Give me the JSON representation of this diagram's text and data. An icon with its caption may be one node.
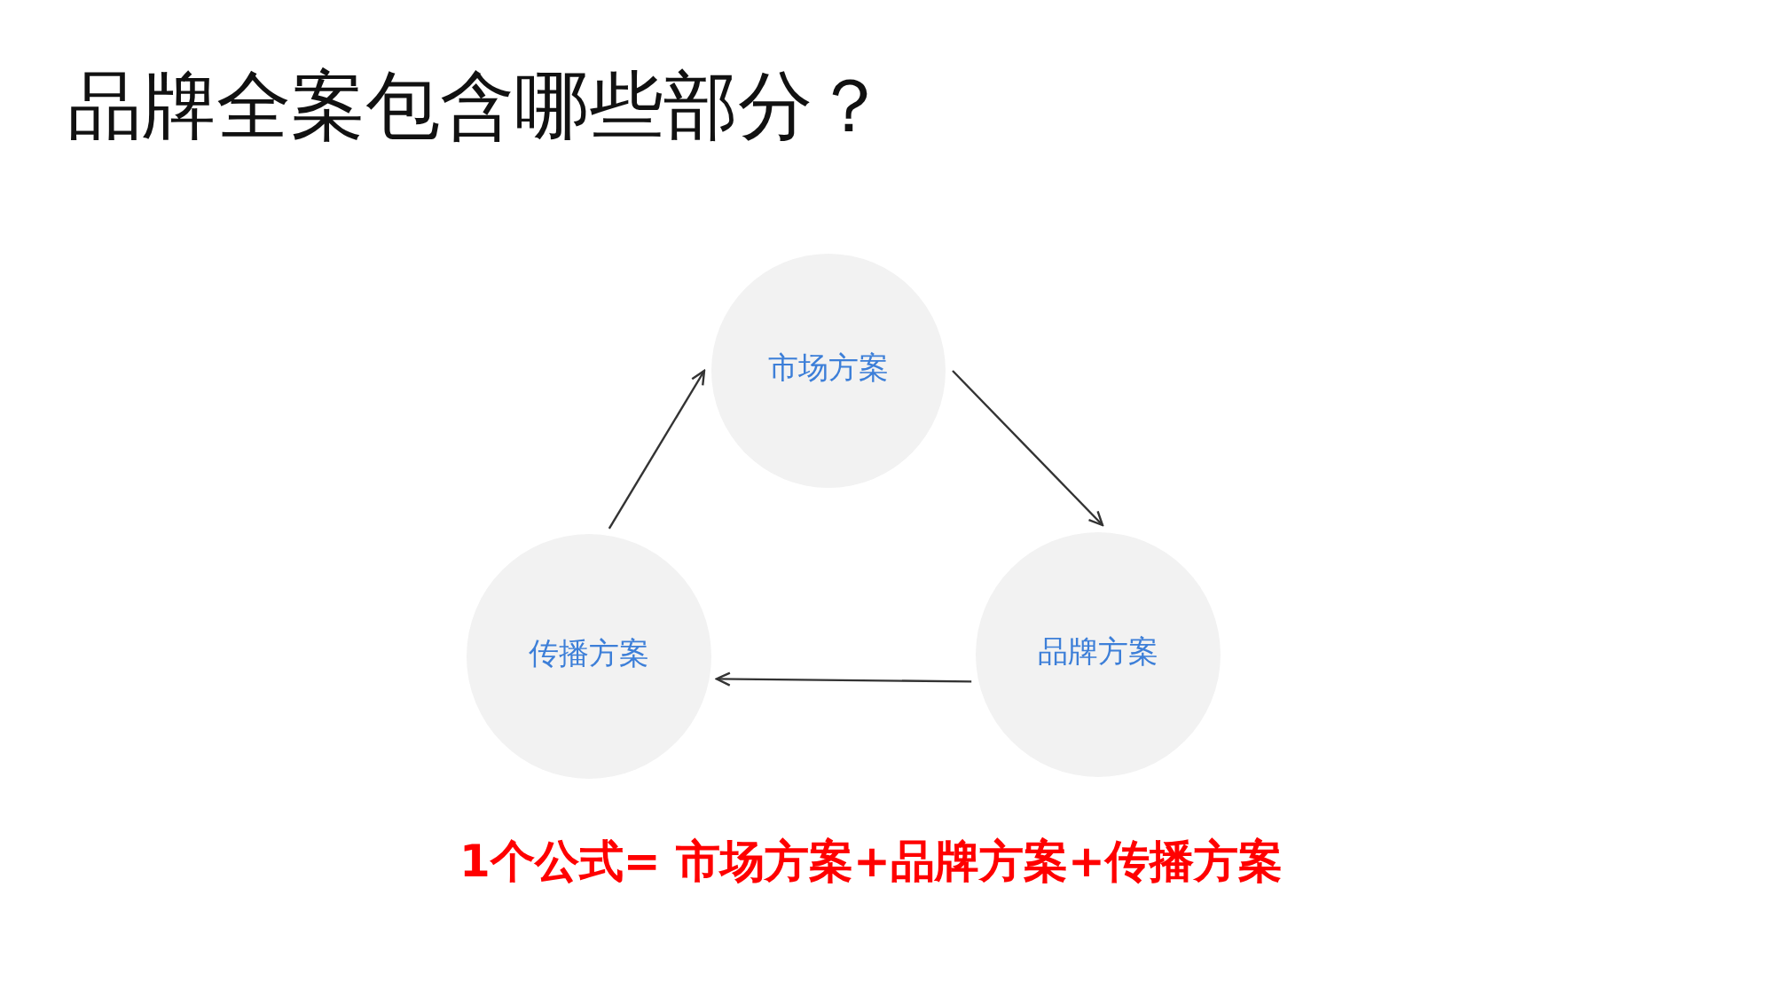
{
  "diagram": {
    "title": "品牌全案包含哪些部分？",
    "nodes": [
      {
        "text": [
          "市场方案"
        ]
      },
      {
        "text": [
          "传播方案"
        ]
      },
      {
        "text": [
          "品牌方案"
        ]
      }
    ],
    "edges": [
      {
        "from": 0,
        "to": 2,
        "arrow": "to"
      },
      {
        "from": 2,
        "to": 1,
        "arrow": "to"
      },
      {
        "from": 1,
        "to": 0,
        "arrow": "to"
      }
    ],
    "labels": [
      "1个公式= 市场方案+品牌方案+传播方案"
    ]
  }
}
